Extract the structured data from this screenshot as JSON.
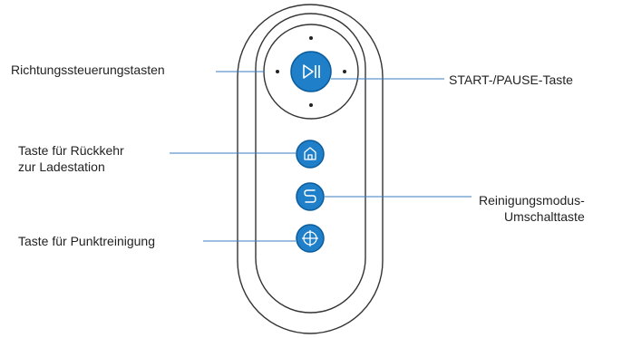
{
  "labels": {
    "direction_keys": "Richtungssteuerungstasten",
    "start_pause": "START-/PAUSE-Taste",
    "home_line1": "Taste für Rückkehr",
    "home_line2": "zur Ladestation",
    "mode_line1": "Reinigungsmodus-",
    "mode_line2": "Umschalttaste",
    "spot": "Taste für Punktreinigung"
  },
  "colors": {
    "button_fill": "#1f7fc8",
    "button_stroke": "#0b5c9c",
    "outline": "#333333",
    "leader_line": "#3a7cc0",
    "icon": "#ffffff"
  },
  "icons": {
    "start_pause": "play-pause-icon",
    "home": "home-icon",
    "mode": "s-mode-icon",
    "spot": "crosshair-icon"
  }
}
